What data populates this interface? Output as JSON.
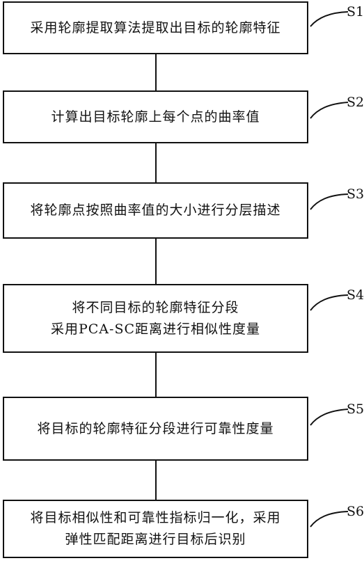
{
  "steps": [
    {
      "id": "S1",
      "text": "采用轮廓提取算法提取出目标的轮廓特征"
    },
    {
      "id": "S2",
      "text": "计算出目标轮廓上每个点的曲率值"
    },
    {
      "id": "S3",
      "text": "将轮廓点按照曲率值的大小进行分层描述"
    },
    {
      "id": "S4",
      "text": "将不同目标的轮廓特征分段\n采用PCA-SC距离进行相似性度量"
    },
    {
      "id": "S5",
      "text": "将目标的轮廓特征分段进行可靠性度量"
    },
    {
      "id": "S6",
      "text": "将目标相似性和可靠性指标归一化，采用\n弹性匹配距离进行目标后识别"
    }
  ]
}
